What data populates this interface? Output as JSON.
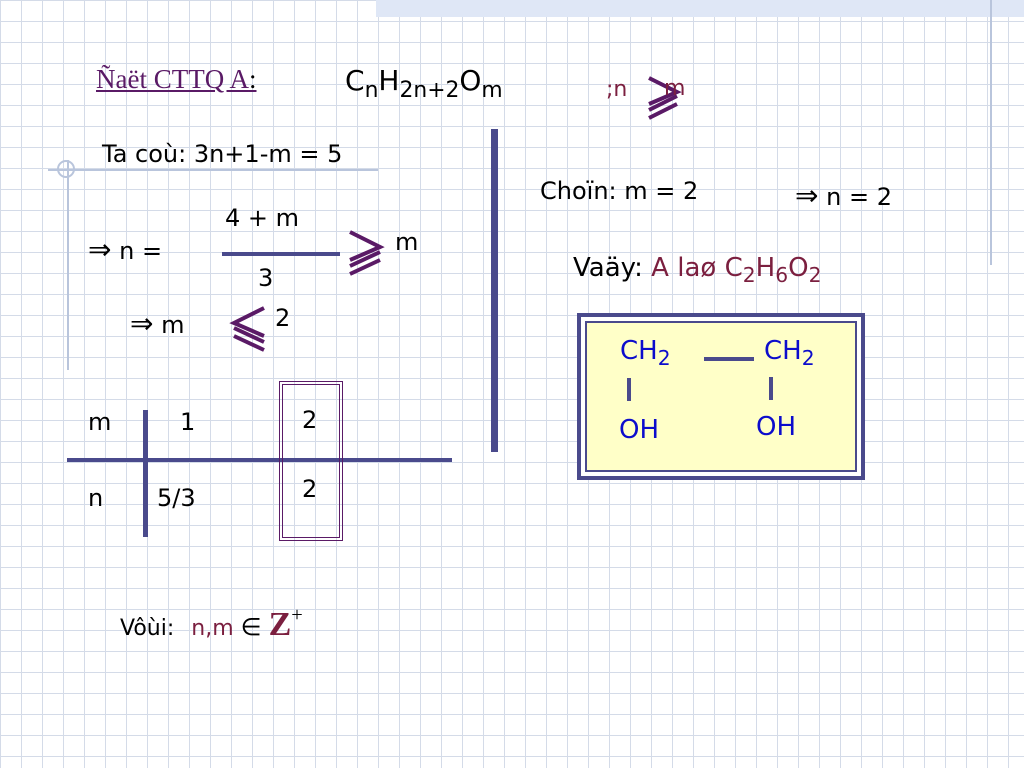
{
  "colors": {
    "grid": "#d4dbe8",
    "accent": "#5a1a66",
    "maroon": "#7b1f3f",
    "bar": "#4a4a8c",
    "box_fill": "#ffffc8",
    "formula_blue": "#0c0ccc"
  },
  "heading": {
    "title": "Ñaët CTTQ A",
    "colon": ":",
    "formula": {
      "c": "C",
      "n": "n",
      "h": "H",
      "h_sub": "2n+2",
      "o": "O",
      "m": "m"
    },
    "condition": {
      "lead": ";n",
      "symbol": "≥",
      "rhs": "m"
    }
  },
  "left": {
    "equation": "Ta coù: 3n+1-m = 5",
    "implies1": {
      "arrow": "⇒",
      "lhs": "n ="
    },
    "fraction": {
      "numerator": "4 + m",
      "denominator": "3"
    },
    "ineq1": {
      "symbol": "≥",
      "rhs": "m"
    },
    "implies2": {
      "arrow": "⇒",
      "lhs": "m"
    },
    "ineq2": {
      "symbol": "≤",
      "rhs": "2"
    },
    "table": {
      "header_m": "m",
      "header_n": "n",
      "col1": {
        "m": "1",
        "n": "5/3"
      },
      "col2": {
        "m": "2",
        "n": "2"
      }
    },
    "constraint": {
      "lead": "Vôùi:",
      "vars": "n,m",
      "symbol": "∈",
      "set": "Z",
      "set_sup": "+"
    }
  },
  "right": {
    "choice": "Choïn: m = 2",
    "result": {
      "arrow": "⇒",
      "text": "n = 2"
    },
    "conclusion": {
      "lead": "Vaäy:",
      "a": "A",
      "la": "laø",
      "c": "C",
      "c_sub": "2",
      "h": "H",
      "h_sub": "6",
      "o": "O",
      "o_sub": "2"
    },
    "structure": {
      "left_group": "CH",
      "left_sub": "2",
      "right_group": "CH",
      "right_sub": "2",
      "left_oh": "OH",
      "right_oh": "OH"
    }
  }
}
